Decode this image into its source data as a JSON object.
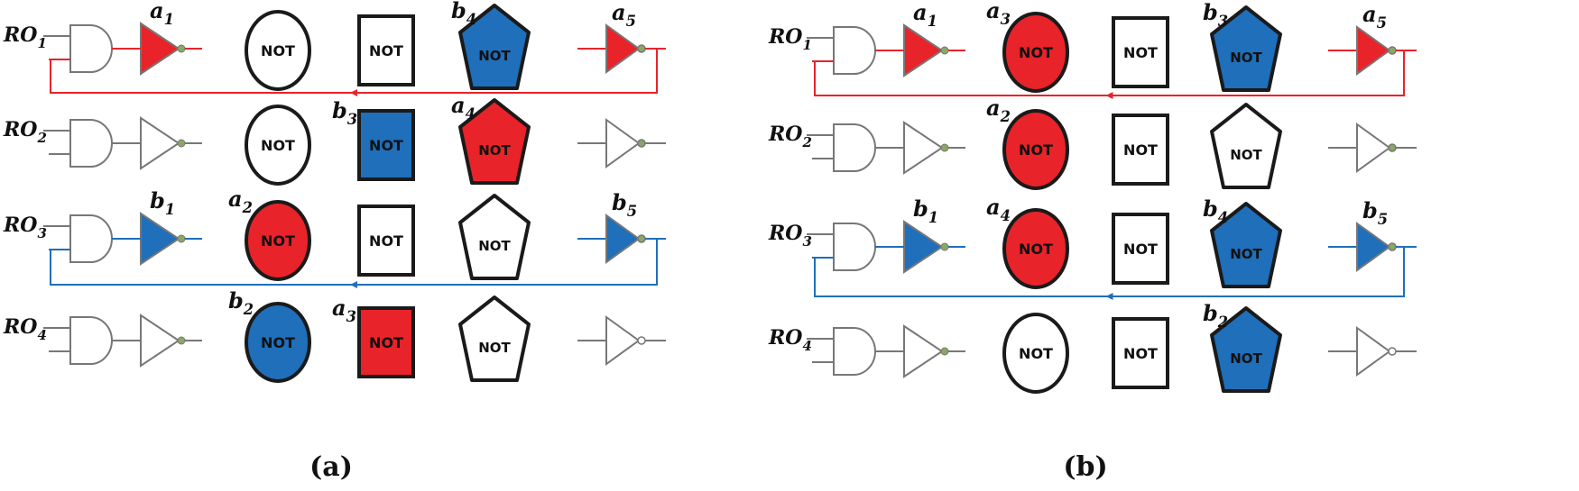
{
  "colors": {
    "red": "#e8232a",
    "blue": "#1f6fba",
    "gray": "#777777",
    "black": "#1a1a1a",
    "node": "#8aa864"
  },
  "not_text": "NOT",
  "panels": [
    {
      "id": "a",
      "label": "(a)",
      "rows": [
        {
          "name": "RO",
          "index": "1",
          "path": "red",
          "gate_label": {
            "letter": "a",
            "index": "1"
          },
          "out_label": {
            "letter": "a",
            "index": "5"
          },
          "circle": {
            "fill": "white",
            "label": {
              "letter": "",
              "index": ""
            }
          },
          "square": {
            "fill": "white",
            "label": {
              "letter": "",
              "index": ""
            }
          },
          "pentagon": {
            "fill": "blue",
            "label": {
              "letter": "b",
              "index": "4"
            }
          }
        },
        {
          "name": "RO",
          "index": "2",
          "path": "none",
          "gate_label": {
            "letter": "",
            "index": ""
          },
          "out_label": {
            "letter": "",
            "index": ""
          },
          "circle": {
            "fill": "white",
            "label": {
              "letter": "",
              "index": ""
            }
          },
          "square": {
            "fill": "blue",
            "label": {
              "letter": "b",
              "index": "3"
            }
          },
          "pentagon": {
            "fill": "red",
            "label": {
              "letter": "a",
              "index": "4"
            }
          }
        },
        {
          "name": "RO",
          "index": "3",
          "path": "blue",
          "gate_label": {
            "letter": "b",
            "index": "1"
          },
          "out_label": {
            "letter": "b",
            "index": "5"
          },
          "circle": {
            "fill": "red",
            "label": {
              "letter": "a",
              "index": "2"
            }
          },
          "square": {
            "fill": "white",
            "label": {
              "letter": "",
              "index": ""
            }
          },
          "pentagon": {
            "fill": "white",
            "label": {
              "letter": "",
              "index": ""
            }
          }
        },
        {
          "name": "RO",
          "index": "4",
          "path": "none",
          "hollow_output": true,
          "gate_label": {
            "letter": "",
            "index": ""
          },
          "out_label": {
            "letter": "",
            "index": ""
          },
          "circle": {
            "fill": "blue",
            "label": {
              "letter": "b",
              "index": "2"
            }
          },
          "square": {
            "fill": "red",
            "label": {
              "letter": "a",
              "index": "3"
            }
          },
          "pentagon": {
            "fill": "white",
            "label": {
              "letter": "",
              "index": ""
            }
          }
        }
      ]
    },
    {
      "id": "b",
      "label": "(b)",
      "rows": [
        {
          "name": "RO",
          "index": "1",
          "path": "red",
          "gate_label": {
            "letter": "a",
            "index": "1"
          },
          "out_label": {
            "letter": "a",
            "index": "5"
          },
          "circle": {
            "fill": "red",
            "label": {
              "letter": "a",
              "index": "3"
            }
          },
          "square": {
            "fill": "white",
            "label": {
              "letter": "",
              "index": ""
            }
          },
          "pentagon": {
            "fill": "blue",
            "label": {
              "letter": "b",
              "index": "3"
            }
          }
        },
        {
          "name": "RO",
          "index": "2",
          "path": "none",
          "gate_label": {
            "letter": "",
            "index": ""
          },
          "out_label": {
            "letter": "",
            "index": ""
          },
          "circle": {
            "fill": "red",
            "label": {
              "letter": "a",
              "index": "2"
            }
          },
          "square": {
            "fill": "white",
            "label": {
              "letter": "",
              "index": ""
            }
          },
          "pentagon": {
            "fill": "white",
            "label": {
              "letter": "",
              "index": ""
            }
          }
        },
        {
          "name": "RO",
          "index": "3",
          "path": "blue",
          "gate_label": {
            "letter": "b",
            "index": "1"
          },
          "out_label": {
            "letter": "b",
            "index": "5"
          },
          "circle": {
            "fill": "red",
            "label": {
              "letter": "a",
              "index": "4"
            }
          },
          "square": {
            "fill": "white",
            "label": {
              "letter": "",
              "index": ""
            }
          },
          "pentagon": {
            "fill": "blue",
            "label": {
              "letter": "b",
              "index": "4"
            }
          }
        },
        {
          "name": "RO",
          "index": "4",
          "path": "none",
          "hollow_output": true,
          "gate_label": {
            "letter": "",
            "index": ""
          },
          "out_label": {
            "letter": "",
            "index": ""
          },
          "circle": {
            "fill": "white",
            "label": {
              "letter": "",
              "index": ""
            }
          },
          "square": {
            "fill": "white",
            "label": {
              "letter": "",
              "index": ""
            }
          },
          "pentagon": {
            "fill": "blue",
            "label": {
              "letter": "b",
              "index": "2"
            }
          }
        }
      ]
    }
  ]
}
